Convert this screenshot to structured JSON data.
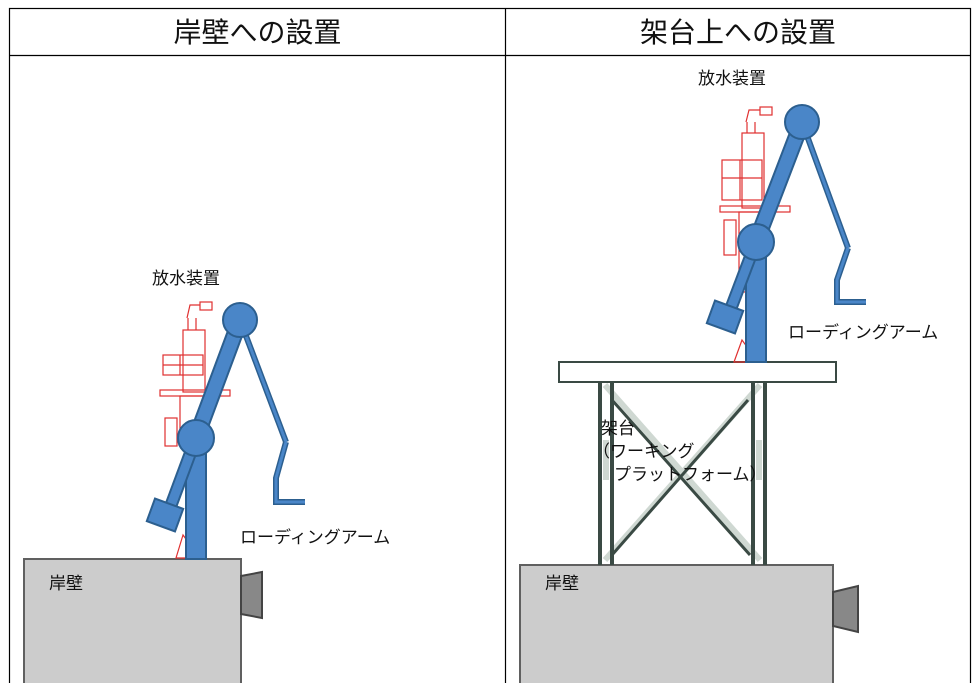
{
  "headers": {
    "left": "岸壁への設置",
    "right": "架台上への設置"
  },
  "left_panel": {
    "discharge_label": "放水装置",
    "arm_label": "ローディングアーム",
    "quay_label": "岸壁"
  },
  "right_panel": {
    "discharge_label": "放水装置",
    "arm_label": "ローディングアーム",
    "platform_label_1": "架台",
    "platform_label_2": "（ワーキング",
    "platform_label_3": "プラットフォーム）",
    "quay_label": "岸壁"
  },
  "colors": {
    "arm": "#4a86c8",
    "arm_stroke": "#2c5f8f",
    "discharge": "#e03030",
    "quay": "#cccccc",
    "quay_stroke": "#606060",
    "truss": "#3a4a44",
    "truss_light": "#cfd8d2"
  }
}
